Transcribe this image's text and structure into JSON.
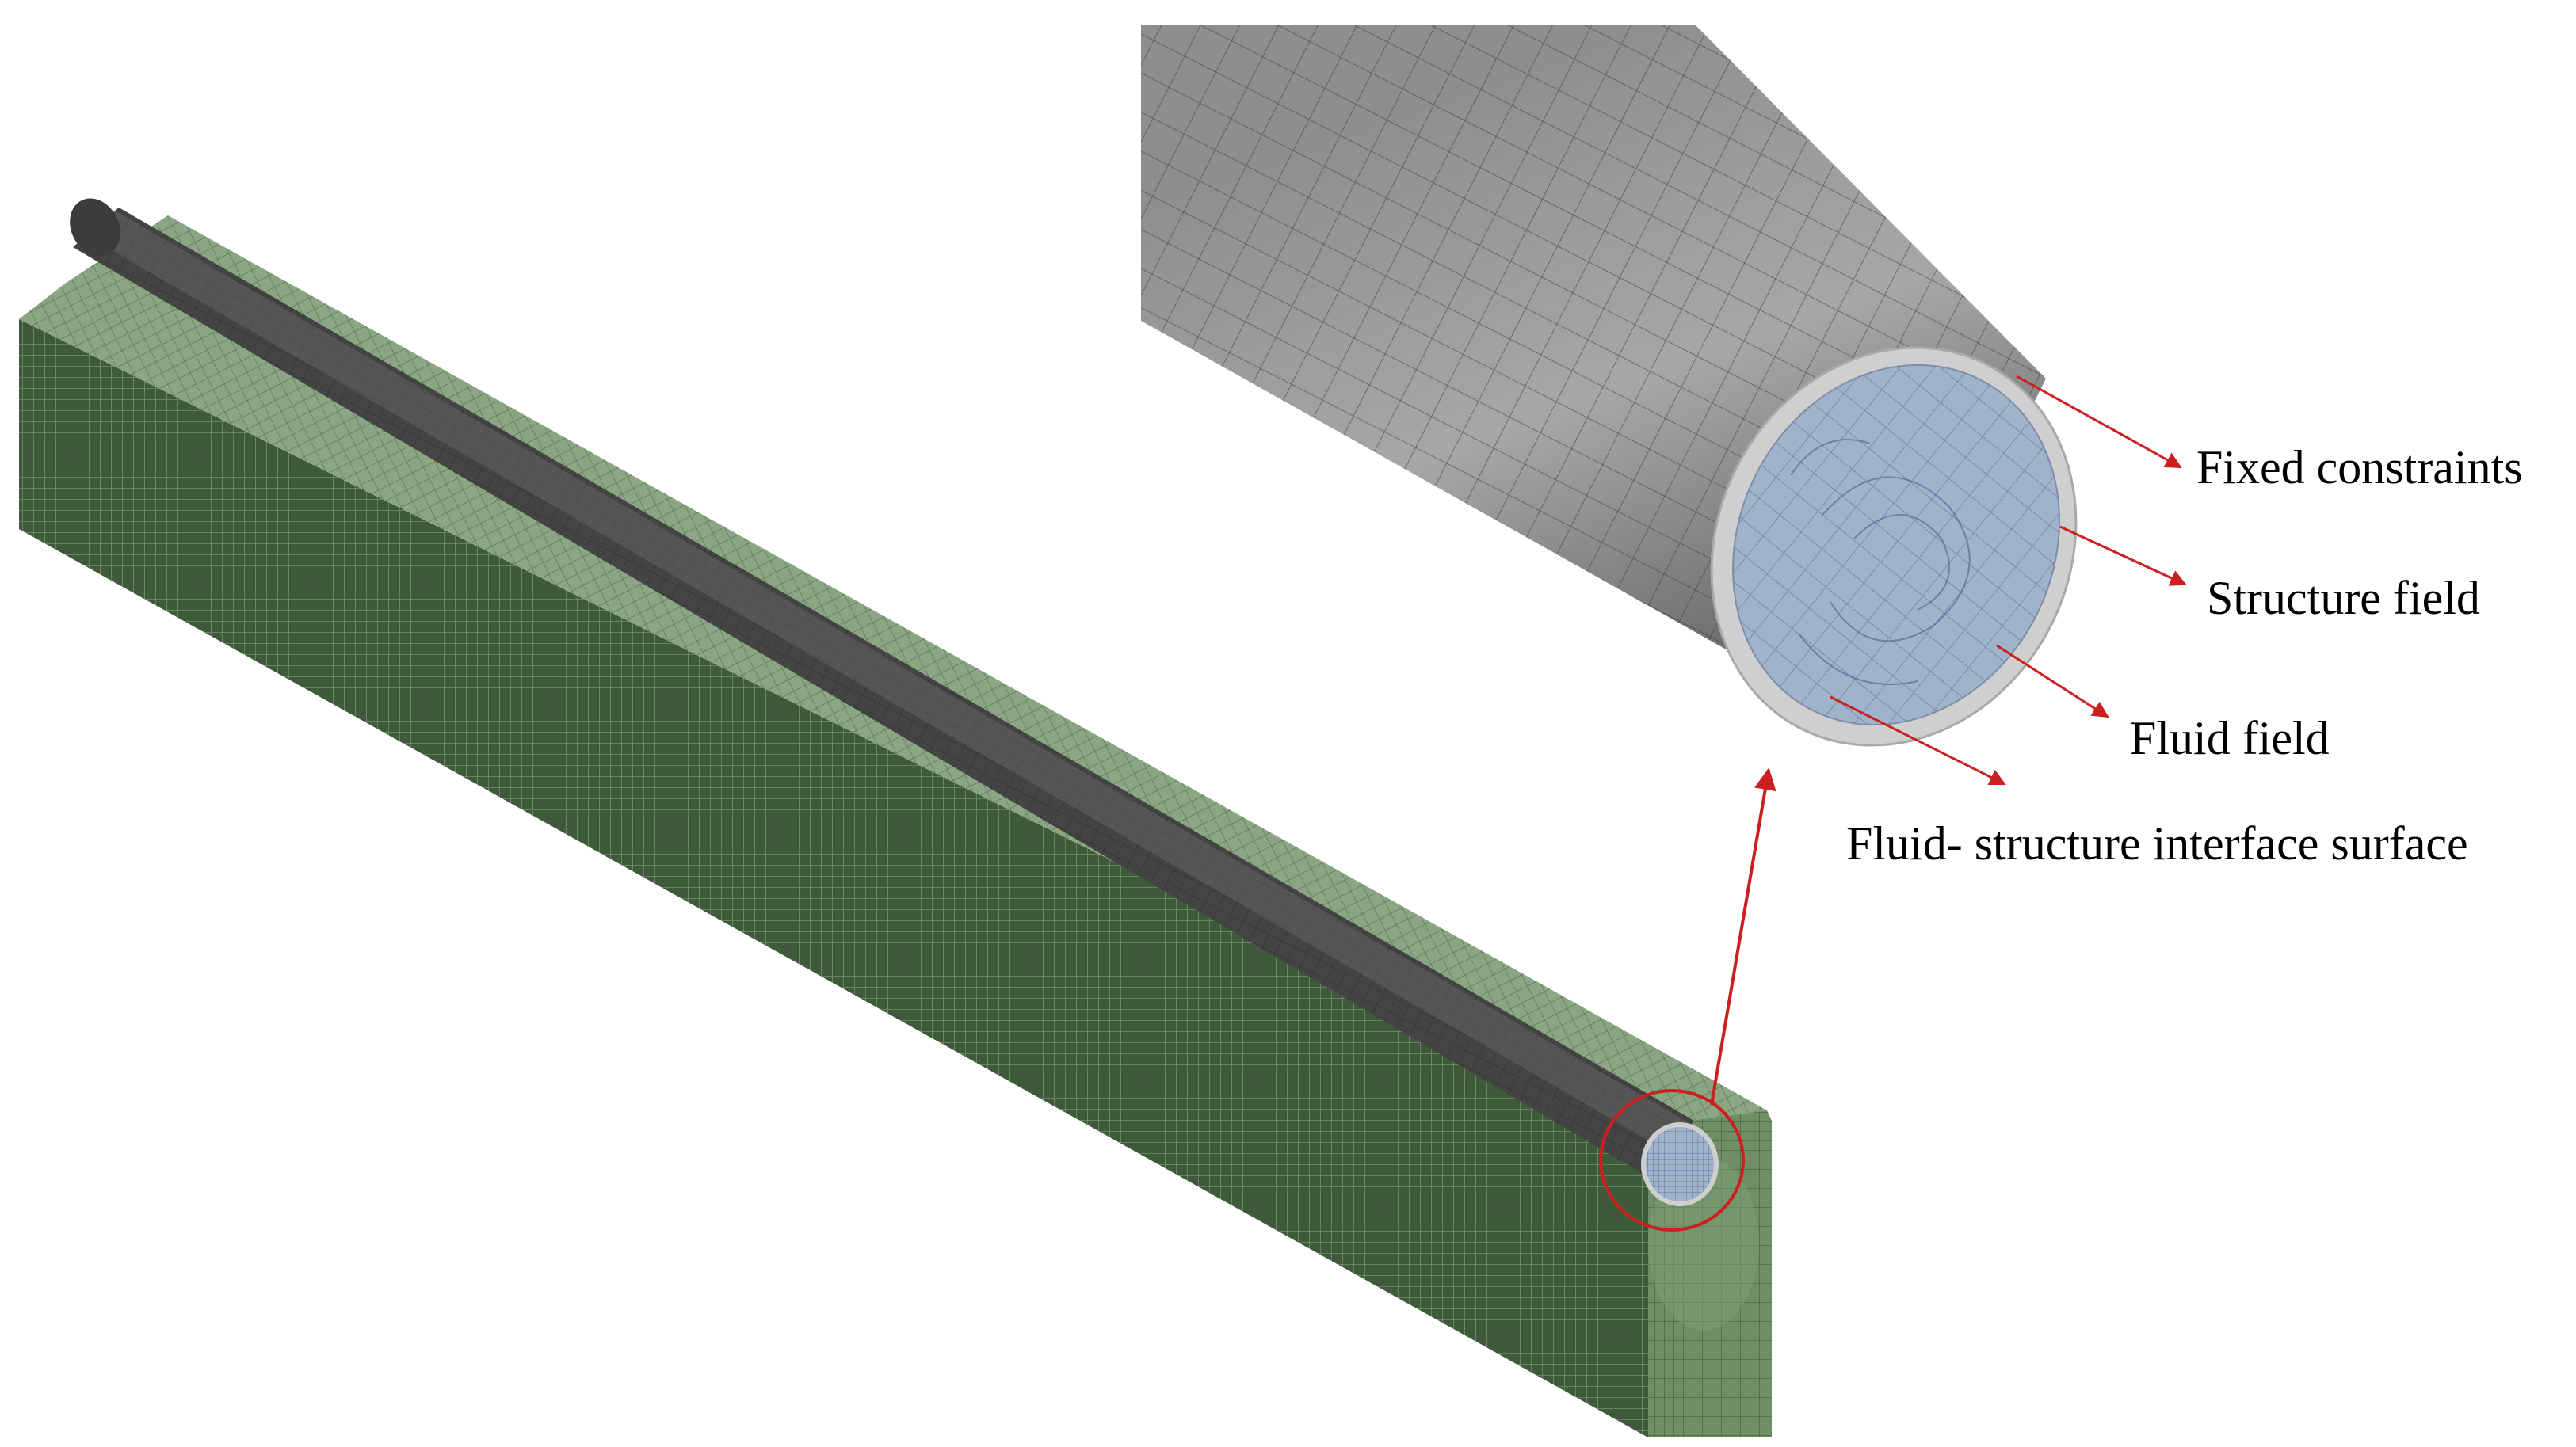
{
  "labels": {
    "fixed_constraints": "Fixed constraints",
    "structure_field": "Structure field",
    "fluid_field": "Fluid field",
    "interface_surface": "Fluid- structure interface surface"
  },
  "colors": {
    "soil_mesh": "#5e7f58",
    "soil_top": "#9db596",
    "pipe_dark": "#3a3a3a",
    "pipe_light": "#8c8c8c",
    "fluid_face": "#9fb3cc",
    "pipe_wall": "#cfcfcf",
    "leader": "#cc1f1f"
  }
}
